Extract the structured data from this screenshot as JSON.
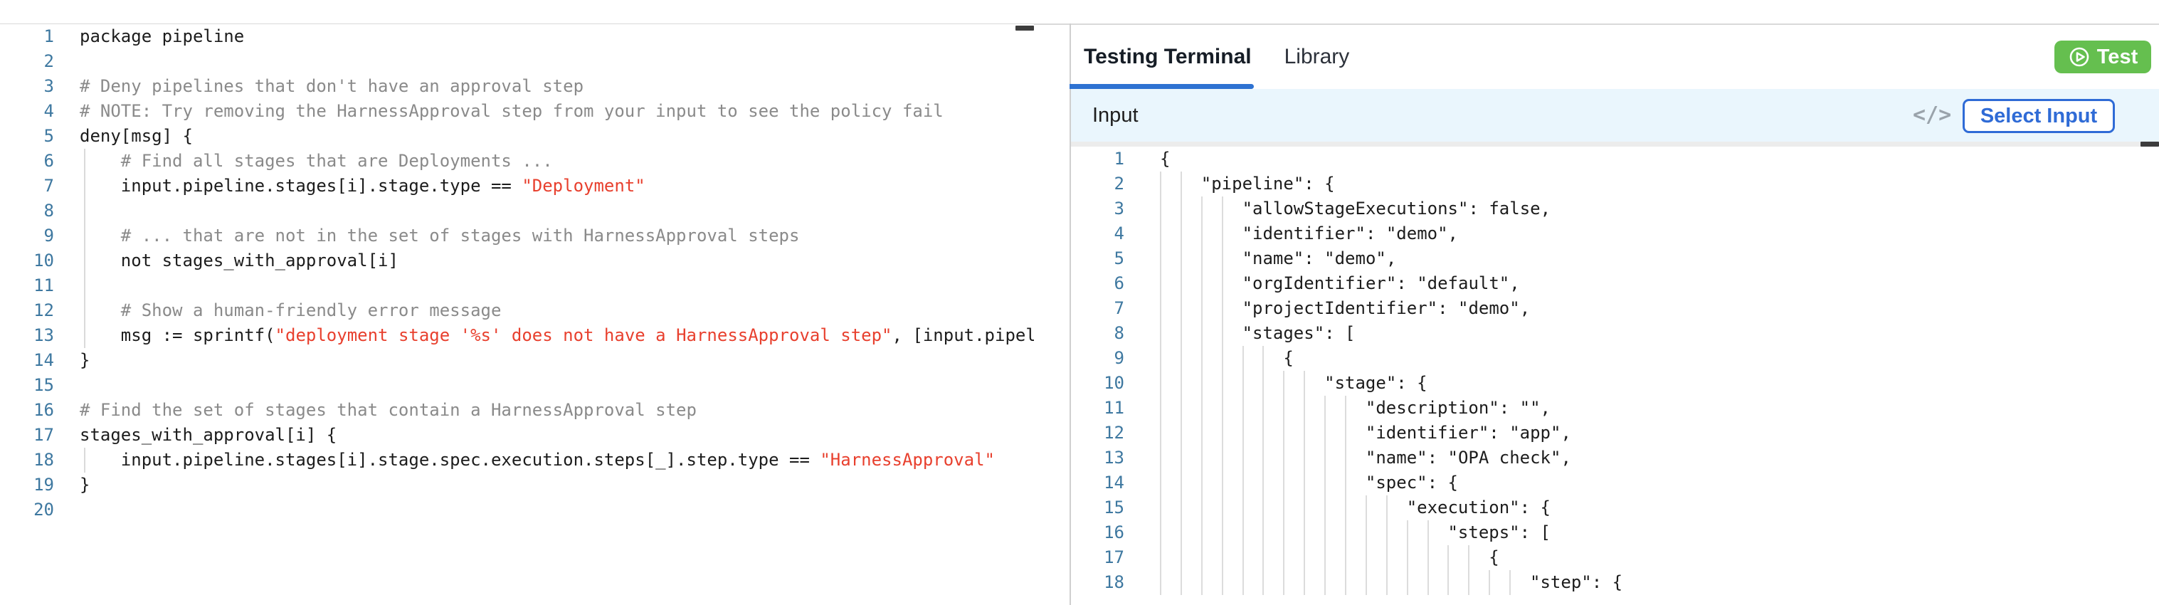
{
  "colors": {
    "accent_blue": "#2e72d2",
    "button_blue": "#2f6bd6",
    "test_green": "#65bf4f",
    "string_red": "#e8402e",
    "comment_gray": "#8a8a8a",
    "line_number_blue": "#3e78a0",
    "input_bar_bg": "#eaf6fd"
  },
  "left_editor": {
    "language": "rego",
    "lines": [
      {
        "n": 1,
        "guide": false,
        "tokens": [
          [
            "d",
            "package pipeline"
          ]
        ]
      },
      {
        "n": 2,
        "guide": false,
        "tokens": []
      },
      {
        "n": 3,
        "guide": false,
        "tokens": [
          [
            "c",
            "# Deny pipelines that don't have an approval step"
          ]
        ]
      },
      {
        "n": 4,
        "guide": false,
        "tokens": [
          [
            "c",
            "# NOTE: Try removing the HarnessApproval step from your input to see the policy fail"
          ]
        ]
      },
      {
        "n": 5,
        "guide": false,
        "tokens": [
          [
            "d",
            "deny[msg] {"
          ]
        ]
      },
      {
        "n": 6,
        "guide": true,
        "tokens": [
          [
            "c",
            "    # Find all stages that are Deployments ..."
          ]
        ]
      },
      {
        "n": 7,
        "guide": true,
        "tokens": [
          [
            "d",
            "    input.pipeline.stages[i].stage.type == "
          ],
          [
            "s",
            "\"Deployment\""
          ]
        ]
      },
      {
        "n": 8,
        "guide": true,
        "tokens": []
      },
      {
        "n": 9,
        "guide": true,
        "tokens": [
          [
            "c",
            "    # ... that are not in the set of stages with HarnessApproval steps"
          ]
        ]
      },
      {
        "n": 10,
        "guide": true,
        "tokens": [
          [
            "d",
            "    not stages_with_approval[i]"
          ]
        ]
      },
      {
        "n": 11,
        "guide": true,
        "tokens": []
      },
      {
        "n": 12,
        "guide": true,
        "tokens": [
          [
            "c",
            "    # Show a human-friendly error message"
          ]
        ]
      },
      {
        "n": 13,
        "guide": true,
        "tokens": [
          [
            "d",
            "    msg := sprintf("
          ],
          [
            "s",
            "\"deployment stage '%s' does not have a HarnessApproval step\""
          ],
          [
            "d",
            ", [input.pipel"
          ]
        ]
      },
      {
        "n": 14,
        "guide": false,
        "tokens": [
          [
            "d",
            "}"
          ]
        ]
      },
      {
        "n": 15,
        "guide": false,
        "tokens": []
      },
      {
        "n": 16,
        "guide": false,
        "tokens": [
          [
            "c",
            "# Find the set of stages that contain a HarnessApproval step"
          ]
        ]
      },
      {
        "n": 17,
        "guide": false,
        "tokens": [
          [
            "d",
            "stages_with_approval[i] {"
          ]
        ]
      },
      {
        "n": 18,
        "guide": true,
        "tokens": [
          [
            "d",
            "    input.pipeline.stages[i].stage.spec.execution.steps[_].step.type == "
          ],
          [
            "s",
            "\"HarnessApproval\""
          ]
        ]
      },
      {
        "n": 19,
        "guide": false,
        "tokens": [
          [
            "d",
            "}"
          ]
        ]
      },
      {
        "n": 20,
        "guide": false,
        "tokens": []
      }
    ]
  },
  "right_panel": {
    "tabs": [
      {
        "label": "Testing Terminal",
        "active": true
      },
      {
        "label": "Library",
        "active": false
      }
    ],
    "test_button": {
      "label": "Test"
    },
    "input_bar": {
      "label": "Input",
      "code_icon": "</>",
      "select_button_label": "Select Input"
    },
    "json_editor": {
      "lines": [
        {
          "n": 1,
          "text": "{"
        },
        {
          "n": 2,
          "text": "    \"pipeline\": {"
        },
        {
          "n": 3,
          "text": "        \"allowStageExecutions\": false,"
        },
        {
          "n": 4,
          "text": "        \"identifier\": \"demo\","
        },
        {
          "n": 5,
          "text": "        \"name\": \"demo\","
        },
        {
          "n": 6,
          "text": "        \"orgIdentifier\": \"default\","
        },
        {
          "n": 7,
          "text": "        \"projectIdentifier\": \"demo\","
        },
        {
          "n": 8,
          "text": "        \"stages\": ["
        },
        {
          "n": 9,
          "text": "            {"
        },
        {
          "n": 10,
          "text": "                \"stage\": {"
        },
        {
          "n": 11,
          "text": "                    \"description\": \"\","
        },
        {
          "n": 12,
          "text": "                    \"identifier\": \"app\","
        },
        {
          "n": 13,
          "text": "                    \"name\": \"OPA check\","
        },
        {
          "n": 14,
          "text": "                    \"spec\": {"
        },
        {
          "n": 15,
          "text": "                        \"execution\": {"
        },
        {
          "n": 16,
          "text": "                            \"steps\": ["
        },
        {
          "n": 17,
          "text": "                                {"
        },
        {
          "n": 18,
          "text": "                                    \"step\": {"
        }
      ]
    }
  }
}
